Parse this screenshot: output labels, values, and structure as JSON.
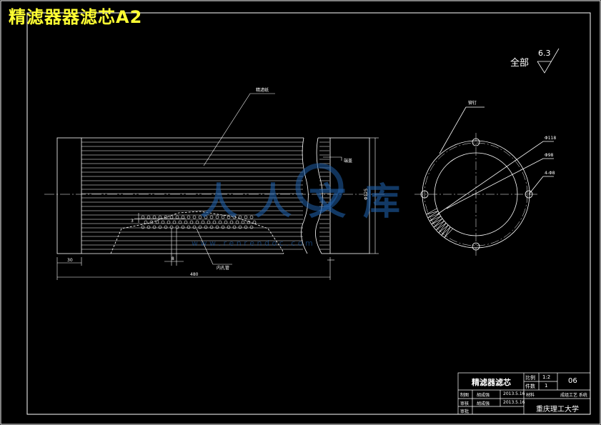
{
  "header": {
    "title": "精滤器器滤芯A2"
  },
  "roughness": {
    "label": "全部",
    "value": "6.3"
  },
  "callouts": {
    "filter_paper": "精滤纸",
    "end_cap": "端盖",
    "inner_tube": "内孔管",
    "rivet": "铆钉",
    "hole_dia": "Φ118",
    "pcd": "Φ98",
    "bolt_holes": "4-Φ8"
  },
  "dimensions": {
    "end_cap_width": "30",
    "overall_length": "480",
    "hole_gap": "8",
    "hole_height": "3",
    "diameter": "Φ125"
  },
  "watermark": {
    "text": "人人文库",
    "url": "w w w . r e n r e n d o c . c o m"
  },
  "title_block": {
    "part_name": "精滤器滤芯",
    "scale_label": "比例",
    "scale_value": "1:2",
    "qty_label": "件数",
    "qty_value": "1",
    "drawing_no": "06",
    "designer_label": "制图",
    "designer": "胡成强",
    "designer_date": "2013.5.16",
    "checker_label": "审核",
    "checker": "胡成强",
    "checker_date": "2013.5.16",
    "approver_label": "审批",
    "material_label": "材料",
    "material": "成组工艺 系统",
    "school": "重庆理工大学"
  }
}
